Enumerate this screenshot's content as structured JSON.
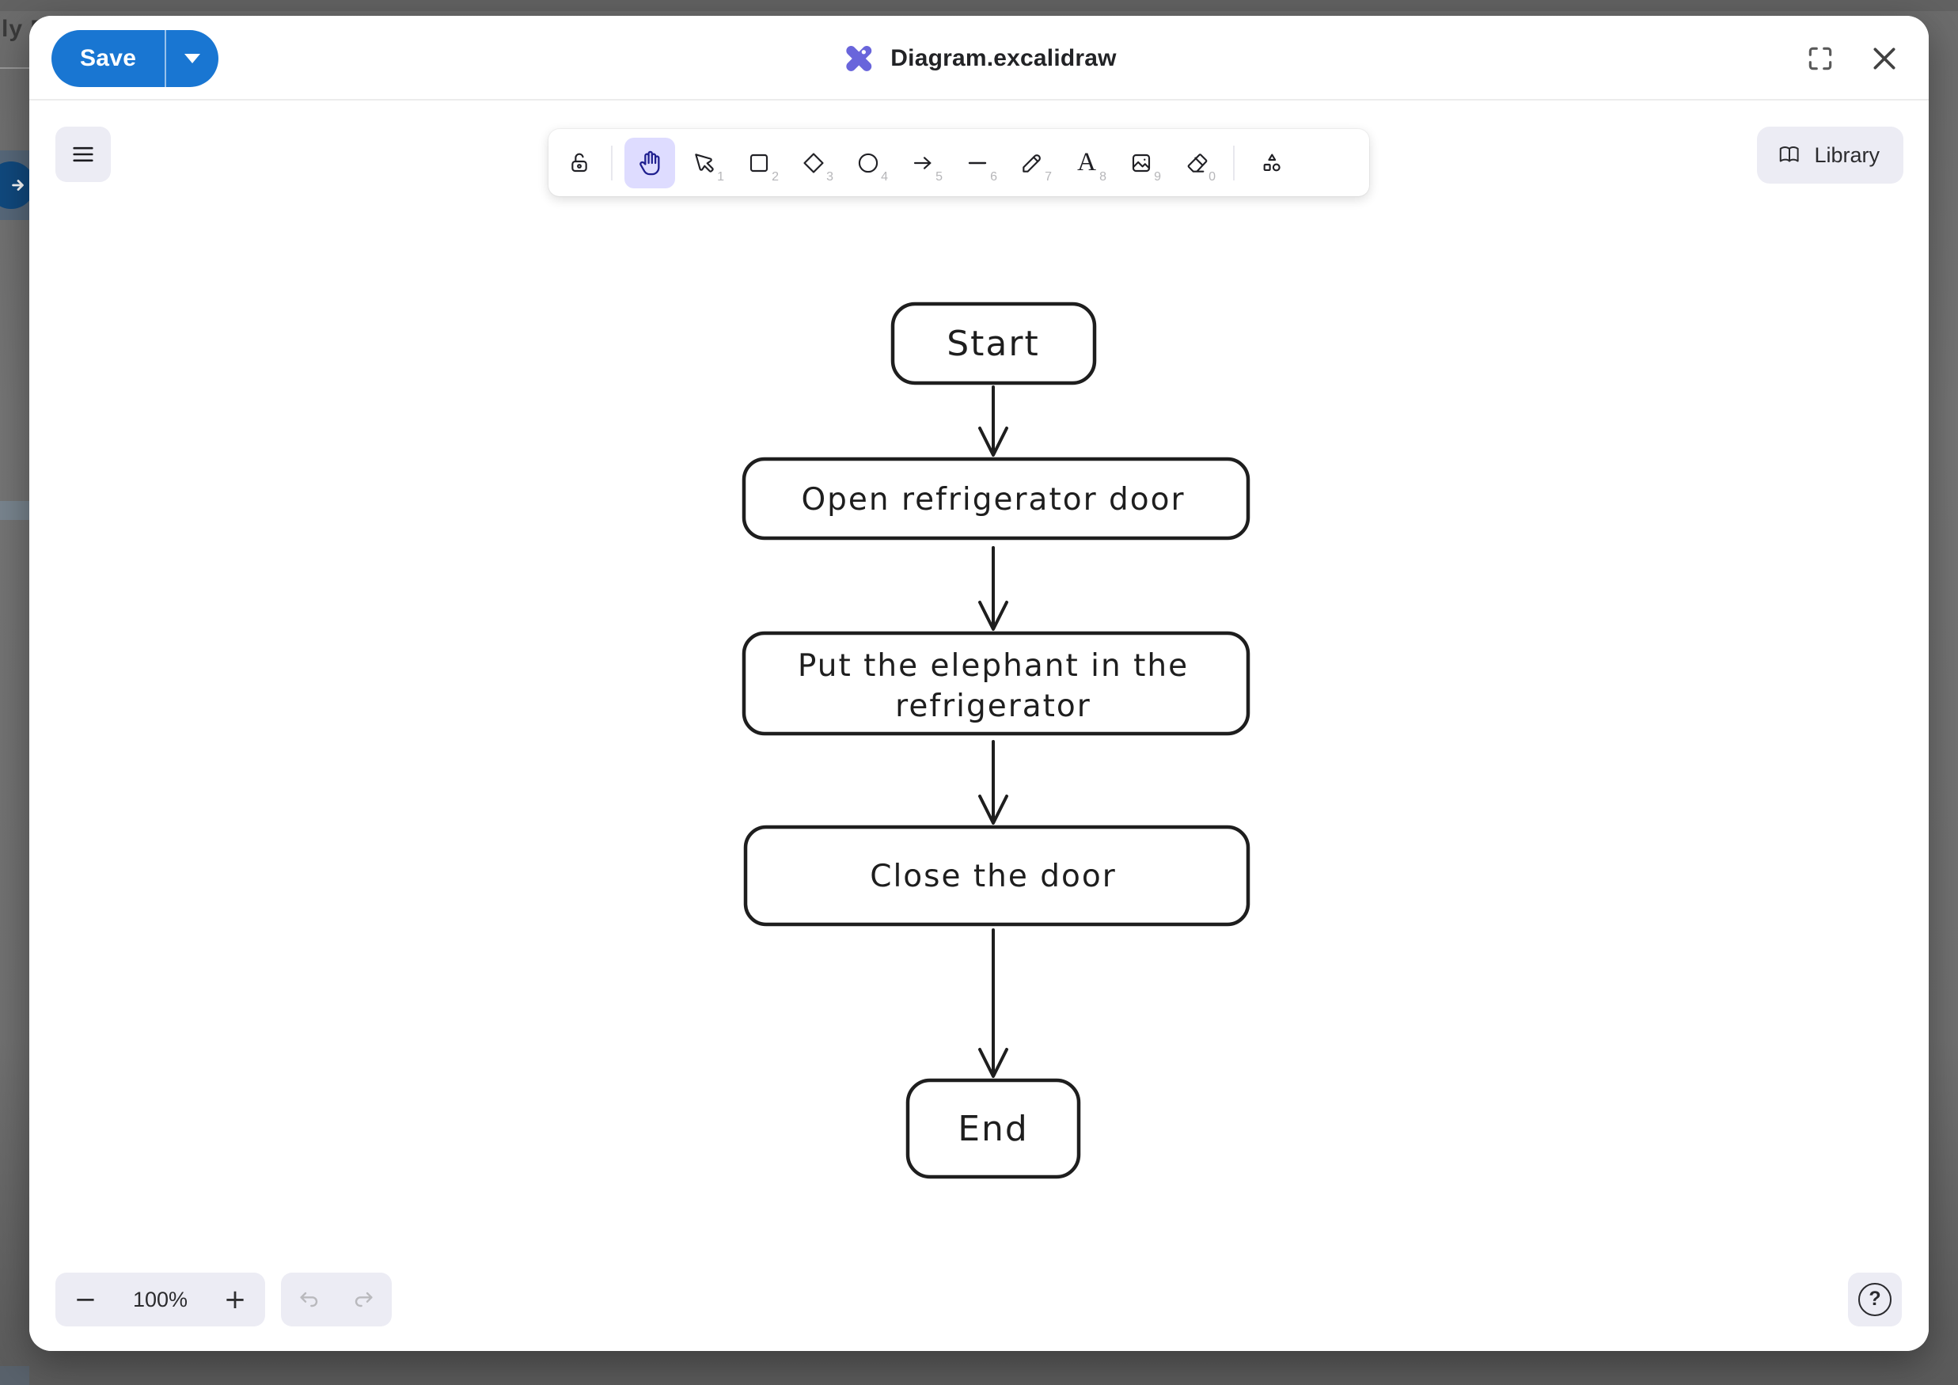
{
  "backdrop": {
    "partial_text": "ly F"
  },
  "modal": {
    "header": {
      "save_label": "Save",
      "title": "Diagram.excalidraw"
    }
  },
  "toolbar": {
    "library_label": "Library",
    "text_tool_glyph": "A",
    "selected_tool": "hand",
    "shortcuts": {
      "selection": "1",
      "rectangle": "2",
      "diamond": "3",
      "ellipse": "4",
      "arrow": "5",
      "line": "6",
      "draw": "7",
      "text": "8",
      "image": "9",
      "eraser": "0"
    }
  },
  "diagram": {
    "type": "flowchart",
    "nodes": [
      {
        "id": "start",
        "shape": "rounded-rectangle",
        "lines": [
          "Start"
        ]
      },
      {
        "id": "open",
        "shape": "rounded-rectangle",
        "lines": [
          "Open refrigerator door"
        ]
      },
      {
        "id": "put",
        "shape": "rounded-rectangle",
        "lines": [
          "Put the elephant in the",
          "refrigerator"
        ]
      },
      {
        "id": "close",
        "shape": "rounded-rectangle",
        "lines": [
          "Close the door"
        ]
      },
      {
        "id": "end",
        "shape": "rounded-rectangle",
        "lines": [
          "End"
        ]
      }
    ],
    "edges": [
      {
        "from": "start",
        "to": "open"
      },
      {
        "from": "open",
        "to": "put"
      },
      {
        "from": "put",
        "to": "close"
      },
      {
        "from": "close",
        "to": "end"
      }
    ]
  },
  "footer": {
    "zoom_out_glyph": "−",
    "zoom_level": "100%",
    "zoom_in_glyph": "+",
    "help_glyph": "?"
  },
  "colors": {
    "accent_blue": "#1976d2",
    "excalidraw_purple": "#6965db",
    "selected_tool_bg": "#dedcff",
    "selected_tool_icon": "#1f1f8f",
    "stroke_dark": "#1e1e1e",
    "pill_bg": "#ececf4"
  }
}
